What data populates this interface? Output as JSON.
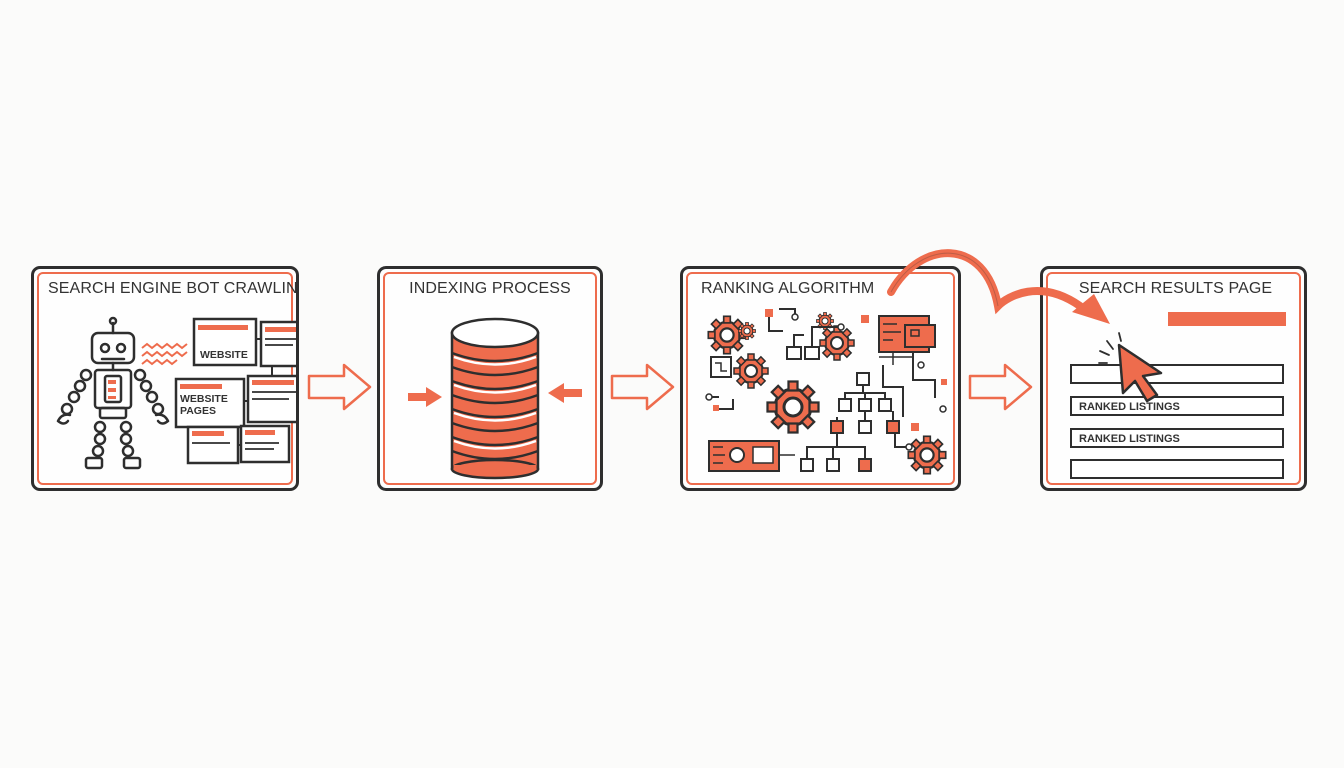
{
  "colors": {
    "accent": "#ee6c4d",
    "outline": "#2e2e2e",
    "background": "#fbfbfa"
  },
  "panels": [
    {
      "title": "SEARCH ENGINE BOT CRAWLING",
      "labels": {
        "website": "WEBSITE",
        "website_pages": "WEBSITE\nPAGES"
      },
      "icons": [
        "robot-icon",
        "web-page-icon",
        "signal-waves-icon"
      ]
    },
    {
      "title": "INDEXING PROCESS",
      "icons": [
        "database-icon",
        "arrow-in-icon"
      ]
    },
    {
      "title": "RANKING ALGORITHM",
      "icons": [
        "gear-icon",
        "circuit-board-icon",
        "flowchart-icon"
      ]
    },
    {
      "title": "SEARCH RESULTS PAGE",
      "results": [
        "",
        "RANKED LISTINGS",
        "RANKED LISTINGS",
        ""
      ],
      "icons": [
        "cursor-icon",
        "result-bar-icon"
      ]
    }
  ],
  "connectors": [
    "arrow-right-icon",
    "arrow-right-icon",
    "arrow-right-icon",
    "curved-arrow-icon"
  ]
}
